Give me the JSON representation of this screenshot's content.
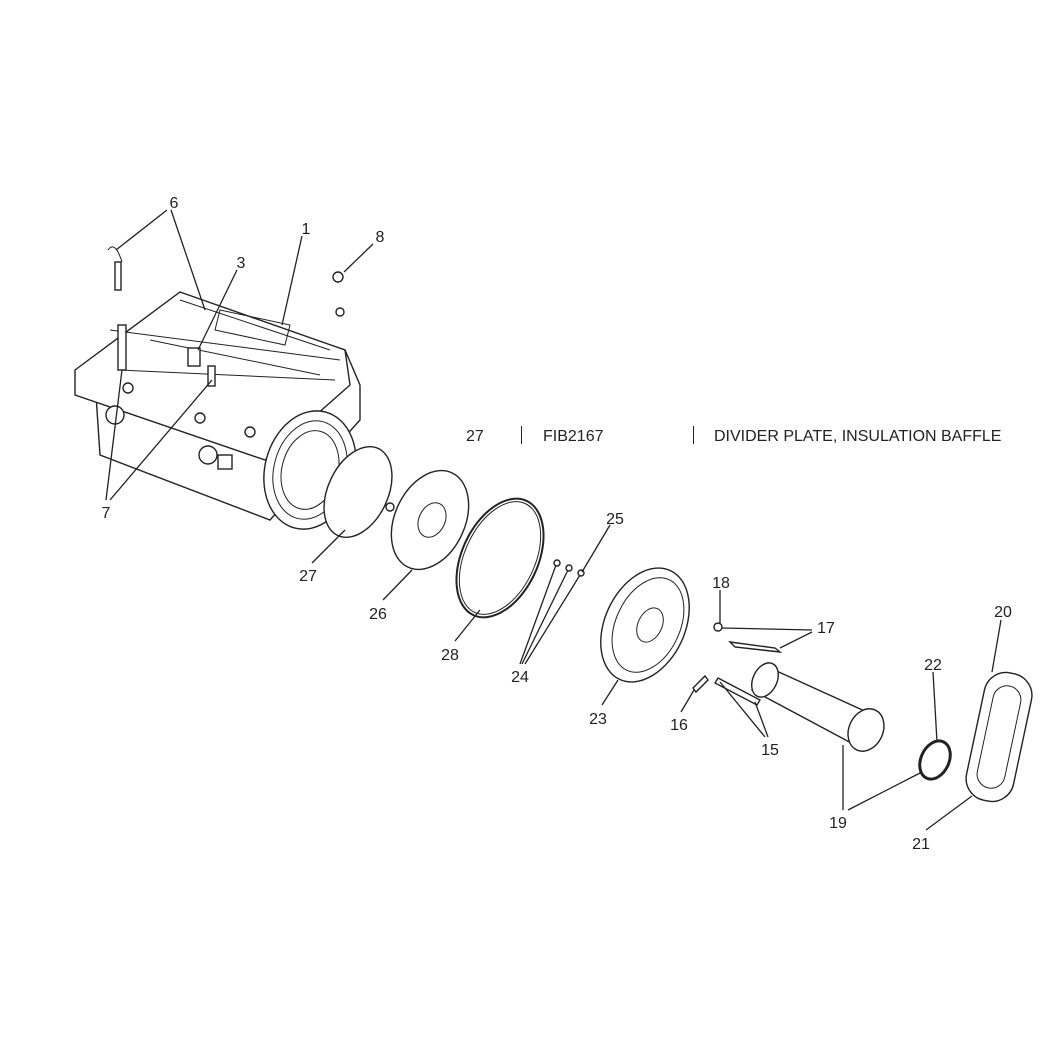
{
  "callouts": {
    "c1": "1",
    "c3": "3",
    "c6": "6",
    "c7": "7",
    "c8": "8",
    "c15": "15",
    "c16": "16",
    "c17": "17",
    "c18": "18",
    "c19": "19",
    "c20": "20",
    "c21": "21",
    "c22": "22",
    "c23": "23",
    "c24": "24",
    "c25": "25",
    "c26": "26",
    "c27": "27",
    "c28": "28"
  },
  "part_row": {
    "ref": "27",
    "part_number": "FIB2167",
    "description": "DIVIDER PLATE, INSULATION BAFFLE"
  }
}
